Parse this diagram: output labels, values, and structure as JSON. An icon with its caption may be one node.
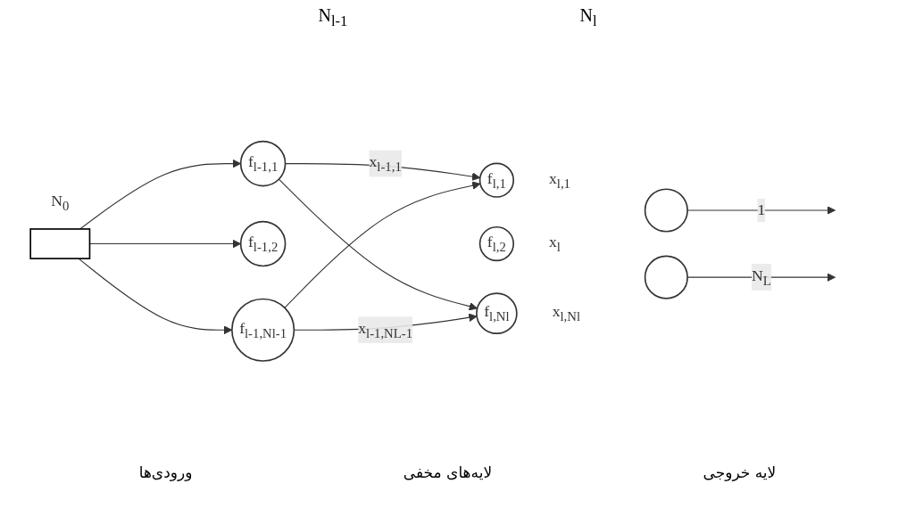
{
  "diagram": {
    "nodes": [
      {
        "text": [],
        "shape": "box",
        "beside": [
          "N$_{0}$"
        ]
      },
      {
        "text": [
          "f$_{l-1,1}$"
        ]
      },
      {
        "text": [
          "f$_{l-1,2}$"
        ]
      },
      {
        "text": [
          "f$_{l-1,Nl-1}$"
        ]
      },
      {
        "text": [
          "f$_{l,1}$"
        ],
        "beside": [
          "x$_{l,1}$"
        ]
      },
      {
        "text": [
          "f$_{l,2}$"
        ],
        "beside": [
          "x$_{l}$"
        ]
      },
      {
        "text": [
          "f$_{l,Nl}$"
        ],
        "beside": [
          "x$_{l,Nl}$"
        ]
      },
      {
        "text": [],
        "shape": "circle"
      },
      {
        "text": [],
        "shape": "circle"
      }
    ],
    "edges": [
      {
        "from": 0,
        "to": 1,
        "arrow": "to"
      },
      {
        "from": 0,
        "to": 2,
        "arrow": "to"
      },
      {
        "from": 0,
        "to": 3,
        "arrow": "to"
      },
      {
        "from": 1,
        "to": 4,
        "arrow": "to",
        "label": "x$_{l-1,1}$"
      },
      {
        "from": 1,
        "to": 6,
        "arrow": "to"
      },
      {
        "from": 3,
        "to": 4,
        "arrow": "to"
      },
      {
        "from": 3,
        "to": 6,
        "arrow": "to",
        "label": "x$_{l-1,NL-1}$"
      },
      {
        "from": 7,
        "to": null,
        "arrow": "to",
        "label": "1"
      },
      {
        "from": 8,
        "to": null,
        "arrow": "to",
        "label": "N$_{L}$"
      }
    ],
    "labels": [
      "N$_{l-1}$",
      "N$_{l}$",
      "ورودی‌ها",
      "لایه‌های مخفی",
      "لایه خروجی"
    ]
  }
}
